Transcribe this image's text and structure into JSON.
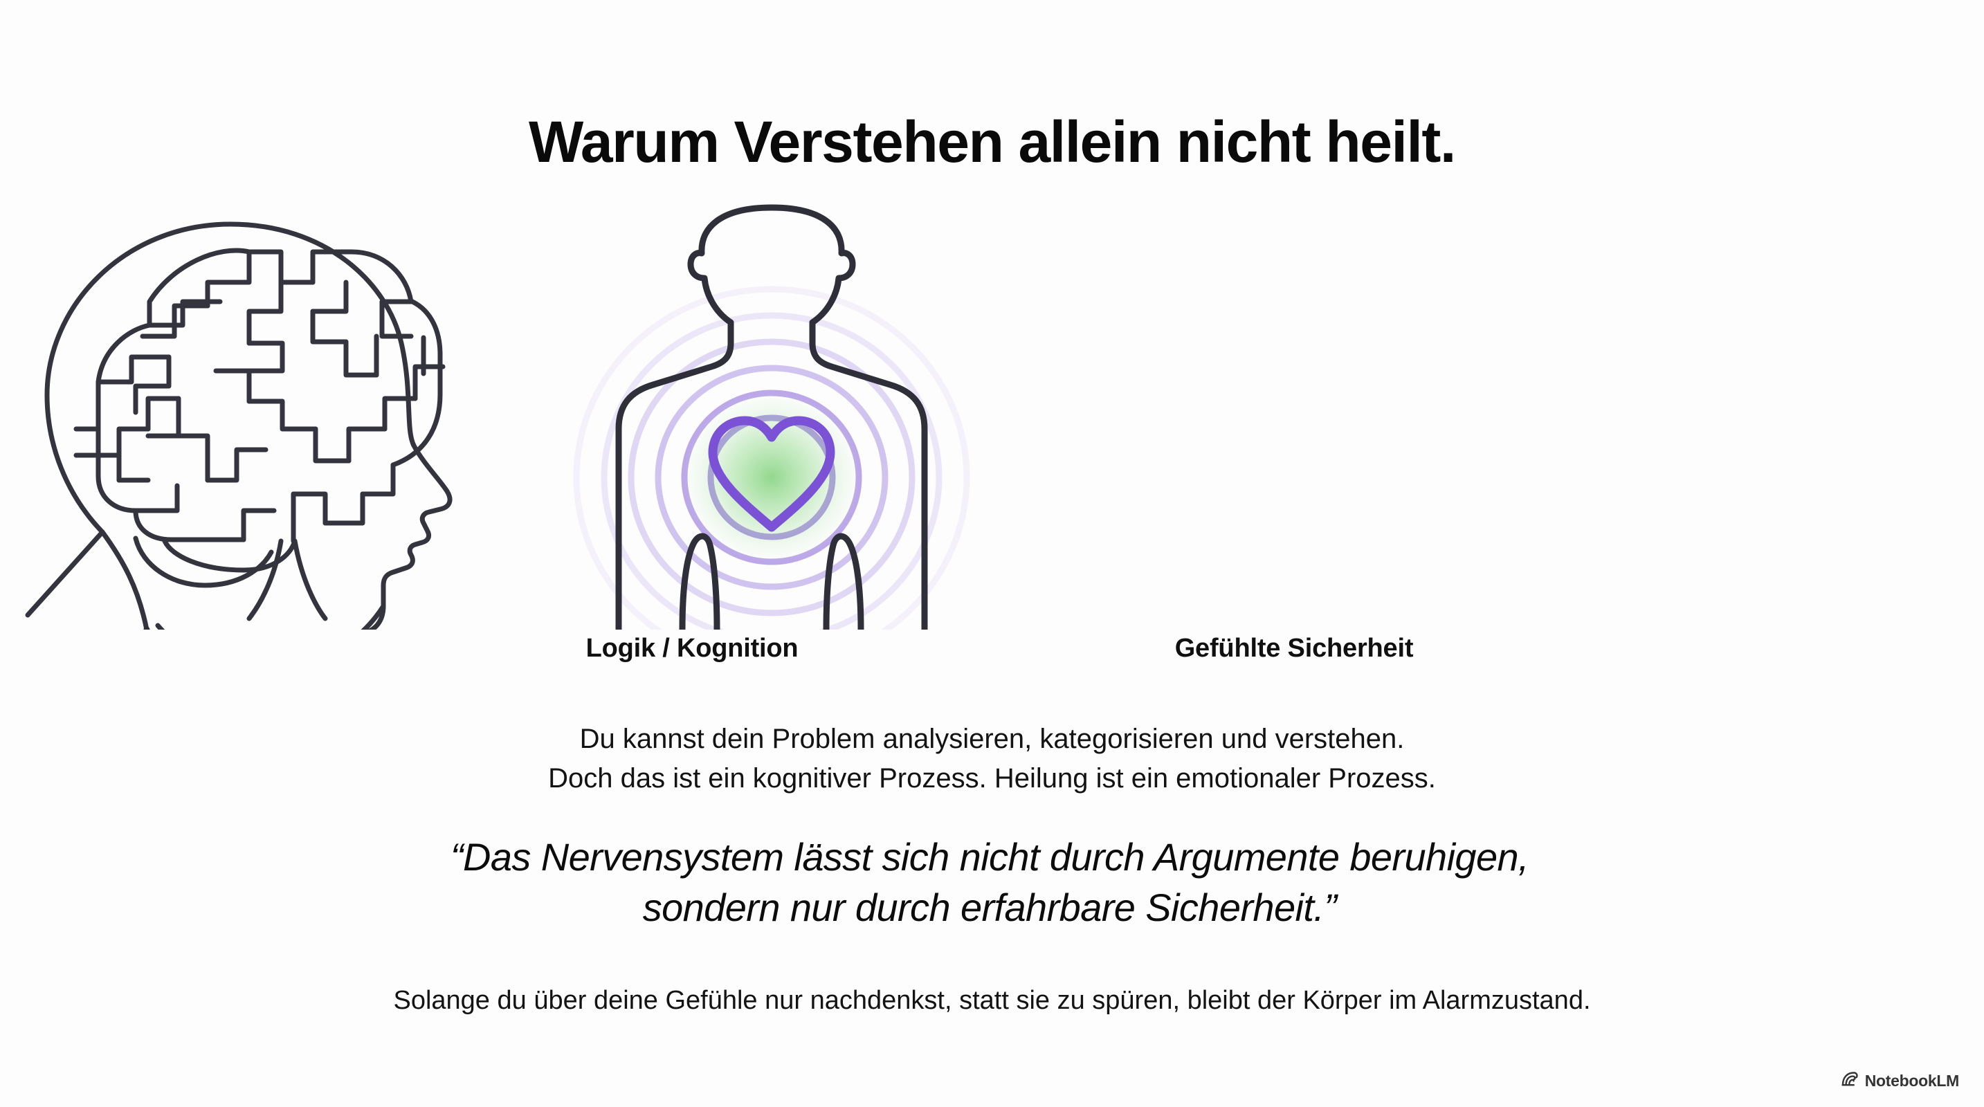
{
  "slide": {
    "title": "Warum Verstehen allein nicht heilt.",
    "background_color": "#fdfdfd"
  },
  "illustration": {
    "line_color": "#34343f",
    "accent_purple": "#7b52d6",
    "accent_green": "#9cdb96",
    "left_figure": {
      "name": "head-profile-with-maze-brain",
      "caption": "Logik / Kognition"
    },
    "right_figure": {
      "name": "torso-silhouette-with-radiating-heart",
      "caption": "Gefühlte Sicherheit"
    }
  },
  "captions": {
    "left": "Logik / Kognition",
    "right": "Gefühlte Sicherheit"
  },
  "lead": {
    "line1": "Du kannst dein Problem analysieren, kategorisieren und verstehen.",
    "line2": "Doch das ist ein kognitiver Prozess. Heilung ist ein emotionaler Prozess."
  },
  "quote": {
    "line1": "“Das Nervensystem lässt sich nicht durch Argumente beruhigen,",
    "line2": "sondern nur durch erfahrbare Sicherheit.”"
  },
  "outro": {
    "text": "Solange du über deine Gefühle nur nachdenkst, statt sie zu spüren, bleibt der Körper im Alarmzustand."
  },
  "watermark": {
    "label": "NotebookLM",
    "icon": "notebooklm-logo-icon"
  }
}
